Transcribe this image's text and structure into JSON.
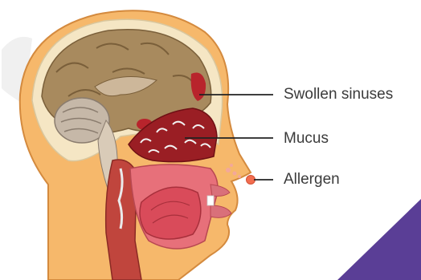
{
  "labels": {
    "swollen_sinuses": "Swollen sinuses",
    "mucus": "Mucus",
    "allergen": "Allergen"
  },
  "colors": {
    "skin": "#f6b86b",
    "skin_outline": "#d48a3e",
    "skull": "#f5e6c4",
    "brain": "#a88a5e",
    "sinus": "#b8242c",
    "tissue": "#e7707a",
    "accent": "#5a3e96",
    "label_text": "#3b3b3b"
  }
}
